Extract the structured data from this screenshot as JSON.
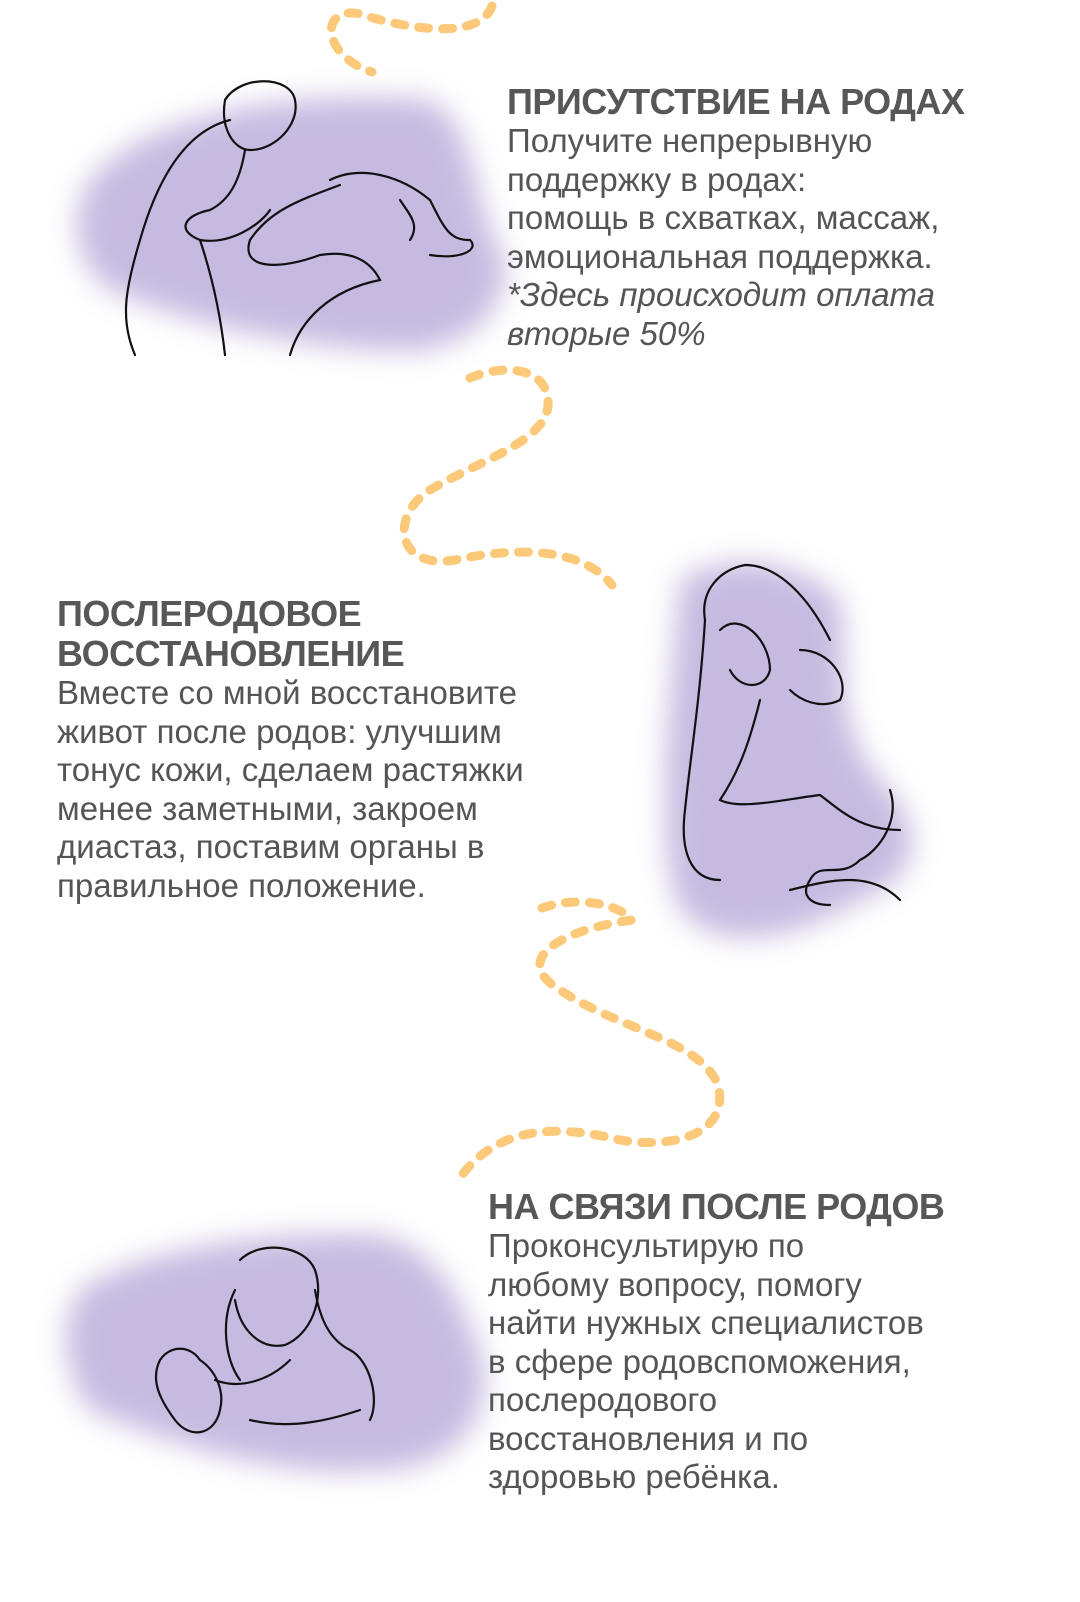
{
  "colors": {
    "text": "#555556",
    "accent_dash": "#fcc97a",
    "watercolor": "#b3a4d6",
    "line": "#111111"
  },
  "sections": [
    {
      "title": "ПРИСУТСТВИЕ НА РОДАХ",
      "lines": [
        "Получите непрерывную",
        "поддержку в родах:",
        "помощь в схватках, массаж,",
        "эмоциональная поддержка."
      ],
      "note_lines": [
        "*Здесь происходит оплата",
        "вторые 50%"
      ],
      "icon": "labor-support-illustration"
    },
    {
      "title_lines": [
        "ПОСЛЕРОДОВОЕ",
        "ВОССТАНОВЛЕНИЕ"
      ],
      "lines": [
        "Вместе со мной восстановите",
        "живот после родов: улучшим",
        "тонус кожи, сделаем растяжки",
        "менее заметными, закроем",
        "диастаз, поставим органы в",
        "правильное положение."
      ],
      "icon": "postpartum-recovery-illustration"
    },
    {
      "title": "НА СВЯЗИ ПОСЛЕ РОДОВ",
      "lines": [
        "Проконсультирую по",
        "любому вопросу, помогу",
        "найти нужных специалистов",
        "в сфере родовспоможения,",
        "послеродового",
        "восстановления и по",
        "здоровью ребёнка."
      ],
      "icon": "phone-consultation-illustration"
    }
  ]
}
